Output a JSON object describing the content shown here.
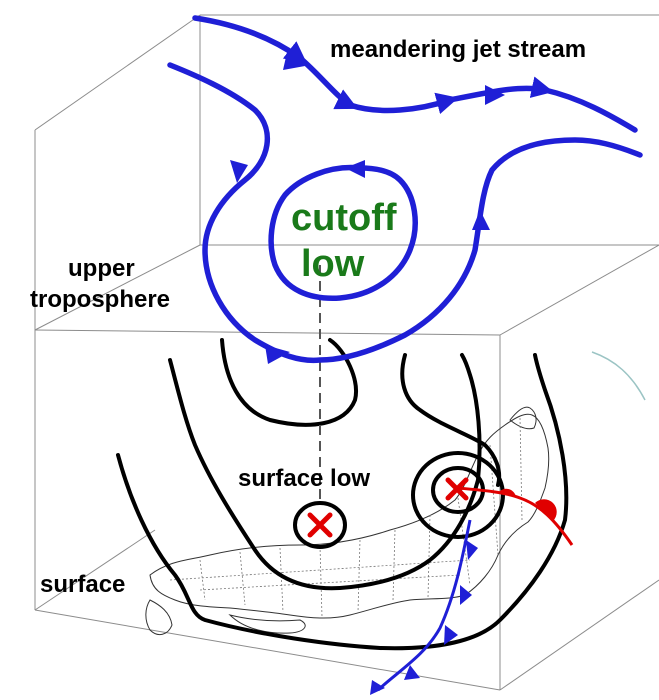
{
  "labels": {
    "jet_stream": "meandering jet stream",
    "cutoff_line1": "cutoff",
    "cutoff_line2": "low",
    "upper_line1": "upper",
    "upper_line2": "troposphere",
    "surface_low": "surface low",
    "surface": "surface"
  },
  "colors": {
    "jet_stream": "#1f1fd6",
    "cutoff_text": "#1a7a1a",
    "isobar": "#000000",
    "warm_front": "#e00000",
    "cold_front": "#1f1fd6",
    "low_marker": "#e00000",
    "box_edge": "#8c8c8c"
  },
  "icons": {
    "low_marker": "red-x-icon"
  }
}
